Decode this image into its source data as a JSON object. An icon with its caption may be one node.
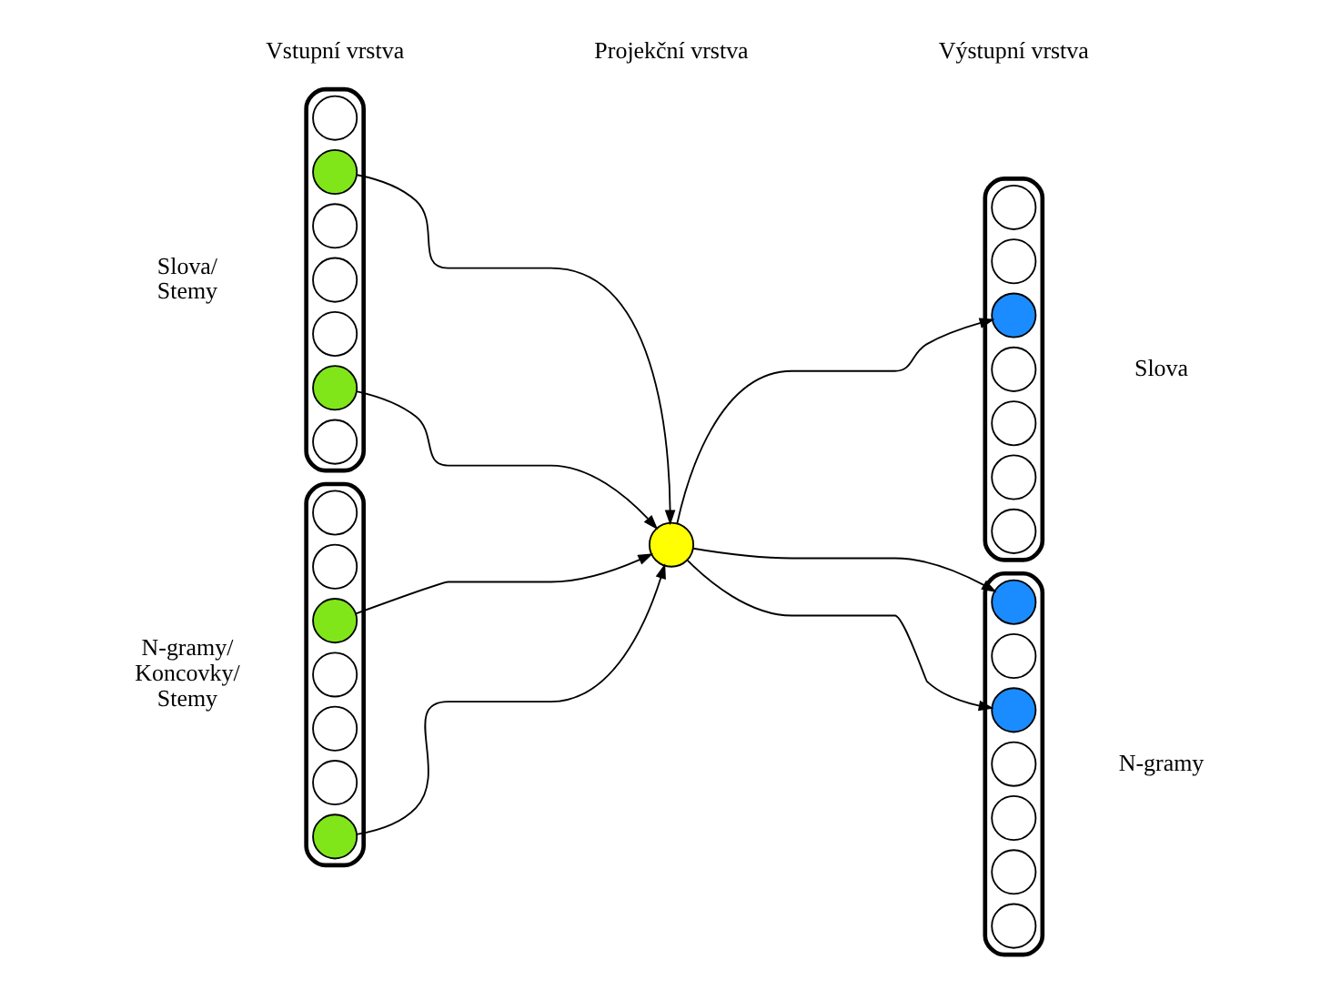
{
  "diagram": {
    "nodes": [
      {
        "text": [],
        "shape": "box",
        "beside": [
          "Slova/ Stemy"
        ]
      },
      {
        "text": [],
        "shape": "circle",
        "in": 0
      },
      {
        "text": [],
        "shape": "circle",
        "in": 0
      },
      {
        "text": [],
        "shape": "circle",
        "in": 0
      },
      {
        "text": [],
        "shape": "circle",
        "in": 0
      },
      {
        "text": [],
        "shape": "circle",
        "in": 0
      },
      {
        "text": [],
        "shape": "circle",
        "in": 0
      },
      {
        "text": [],
        "shape": "circle",
        "in": 0
      },
      {
        "text": [],
        "shape": "box",
        "beside": [
          "N-gramy/ Koncovky/ Stemy"
        ]
      },
      {
        "text": [],
        "shape": "circle",
        "in": 8
      },
      {
        "text": [],
        "shape": "circle",
        "in": 8
      },
      {
        "text": [],
        "shape": "circle",
        "in": 8
      },
      {
        "text": [],
        "shape": "circle",
        "in": 8
      },
      {
        "text": [],
        "shape": "circle",
        "in": 8
      },
      {
        "text": [],
        "shape": "circle",
        "in": 8
      },
      {
        "text": [],
        "shape": "circle",
        "in": 8
      },
      {
        "text": [],
        "shape": "circle"
      },
      {
        "text": [],
        "shape": "box",
        "beside": [
          "Slova"
        ]
      },
      {
        "text": [],
        "shape": "circle",
        "in": 17
      },
      {
        "text": [],
        "shape": "circle",
        "in": 17
      },
      {
        "text": [],
        "shape": "circle",
        "in": 17
      },
      {
        "text": [],
        "shape": "circle",
        "in": 17
      },
      {
        "text": [],
        "shape": "circle",
        "in": 17
      },
      {
        "text": [],
        "shape": "circle",
        "in": 17
      },
      {
        "text": [],
        "shape": "circle",
        "in": 17
      },
      {
        "text": [],
        "shape": "box",
        "beside": [
          "N-gramy"
        ]
      },
      {
        "text": [],
        "shape": "circle",
        "in": 25
      },
      {
        "text": [],
        "shape": "circle",
        "in": 25
      },
      {
        "text": [],
        "shape": "circle",
        "in": 25
      },
      {
        "text": [],
        "shape": "circle",
        "in": 25
      },
      {
        "text": [],
        "shape": "circle",
        "in": 25
      },
      {
        "text": [],
        "shape": "circle",
        "in": 25
      },
      {
        "text": [],
        "shape": "circle",
        "in": 25
      }
    ],
    "edges": [
      {
        "from": 2,
        "to": 16,
        "arrow": "to"
      },
      {
        "from": 6,
        "to": 16,
        "arrow": "to"
      },
      {
        "from": 11,
        "to": 16,
        "arrow": "to"
      },
      {
        "from": 15,
        "to": 16,
        "arrow": "to"
      },
      {
        "from": 16,
        "to": 20,
        "arrow": "to"
      },
      {
        "from": 16,
        "to": 26,
        "arrow": "to"
      },
      {
        "from": 16,
        "to": 28,
        "arrow": "to"
      }
    ],
    "labels": [
      "Vstupní vrstva",
      "Projekční vrstva",
      "Výstupní vrstva"
    ]
  }
}
